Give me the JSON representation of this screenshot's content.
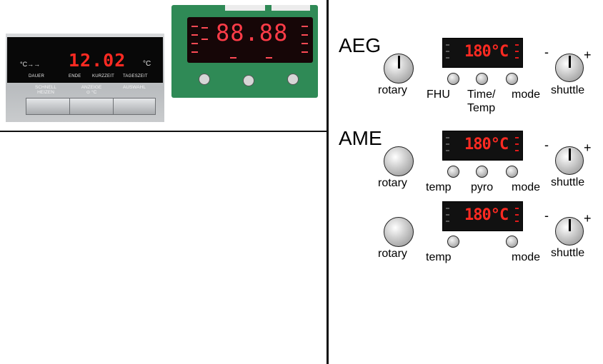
{
  "photo_panel": {
    "display": "12.02",
    "symbols": {
      "left": "°C→→",
      "right": "°C"
    },
    "labels": [
      "DAUER",
      "ENDE",
      "KURZZEIT",
      "TAGESZEIT"
    ],
    "buttons": [
      {
        "line1": "SCHNELL",
        "line2": "HEIZEN"
      },
      {
        "line1": "ANZEIGE",
        "line2": "⊙ °C"
      },
      {
        "line1": "AUSWAHL",
        "line2": ""
      }
    ]
  },
  "photo_pcb": {
    "display": "88.88"
  },
  "diagram": {
    "groups": [
      {
        "brand": "AEG",
        "display": "180°C",
        "rotary_label": "rotary",
        "shuttle_label": "shuttle",
        "minus": "-",
        "plus": "+",
        "buttons": [
          {
            "label": "FHU"
          },
          {
            "label_line1": "Time/",
            "label_line2": "Temp"
          },
          {
            "label": "mode"
          }
        ]
      },
      {
        "brand": "AME",
        "display": "180°C",
        "rotary_label": "rotary",
        "shuttle_label": "shuttle",
        "minus": "-",
        "plus": "+",
        "buttons": [
          {
            "label": "temp"
          },
          {
            "label": "pyro"
          },
          {
            "label": "mode"
          }
        ]
      },
      {
        "brand": "",
        "display": "180°C",
        "rotary_label": "rotary",
        "shuttle_label": "shuttle",
        "minus": "-",
        "plus": "+",
        "buttons": [
          {
            "label": "temp"
          },
          {
            "label": "mode"
          }
        ]
      }
    ]
  }
}
